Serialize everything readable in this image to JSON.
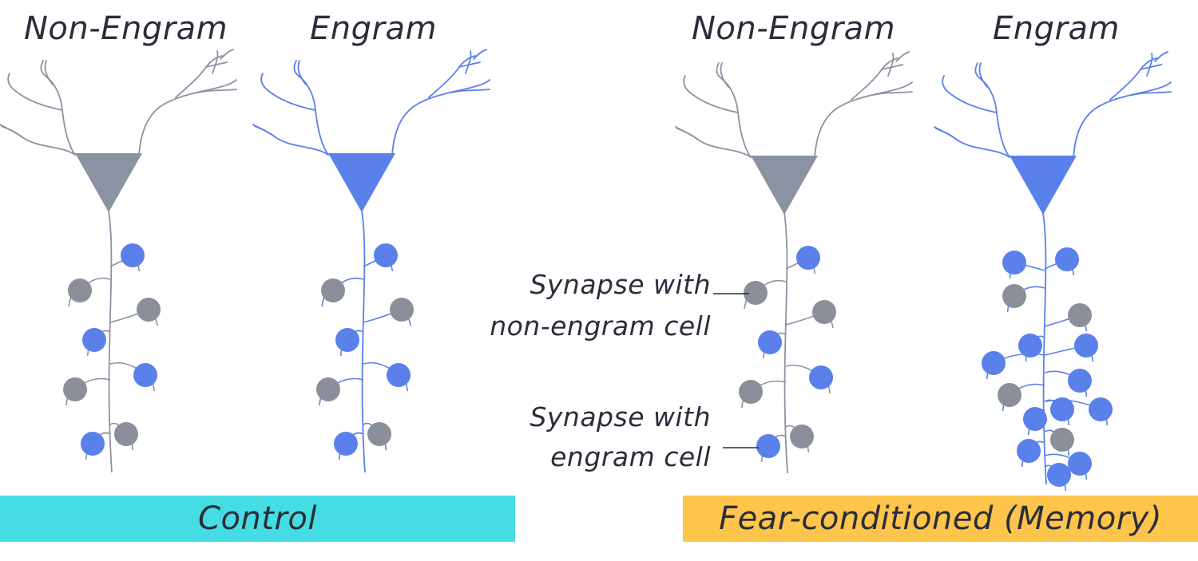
{
  "titles": {
    "control_non_engram": "Non-Engram",
    "control_engram": "Engram",
    "fear_non_engram": "Non-Engram",
    "fear_engram": "Engram"
  },
  "annotations": {
    "non_engram_synapse_line1": "Synapse with",
    "non_engram_synapse_line2": "non-engram cell",
    "engram_synapse_line1": "Synapse with",
    "engram_synapse_line2": "engram cell"
  },
  "bands": {
    "control": "Control",
    "fear": "Fear-conditioned (Memory)"
  },
  "colors": {
    "grey_neuron": "#8b93a2",
    "blue_neuron": "#5a80ea",
    "grey_synapse": "#8b8f99",
    "blue_synapse": "#5a80ea",
    "control_band": "#45dde3",
    "fear_band": "#fdc54b",
    "text": "#2b2d3a"
  }
}
